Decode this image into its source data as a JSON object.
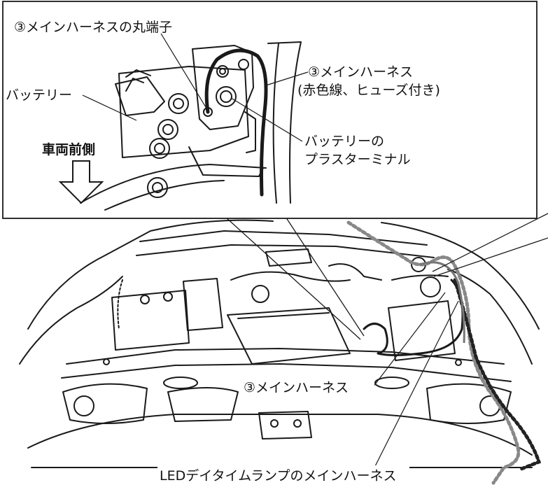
{
  "inset": {
    "labels": {
      "terminal": "③メインハーネスの丸端子",
      "battery": "バッテリー",
      "harness_red_1": "③メインハーネス",
      "harness_red_2": "(赤色線、ヒューズ付き)",
      "vehicle_front": "車両前側",
      "plus_terminal_1": "バッテリーの",
      "plus_terminal_2": "プラスターミナル"
    }
  },
  "main": {
    "labels": {
      "main_harness": "③メインハーネス",
      "led_harness": "LEDデイタイムランプのメインハーネス"
    }
  },
  "colors": {
    "line": "#1a1a1a",
    "harness_dotted": "#888888",
    "led_harness": "#777777"
  }
}
